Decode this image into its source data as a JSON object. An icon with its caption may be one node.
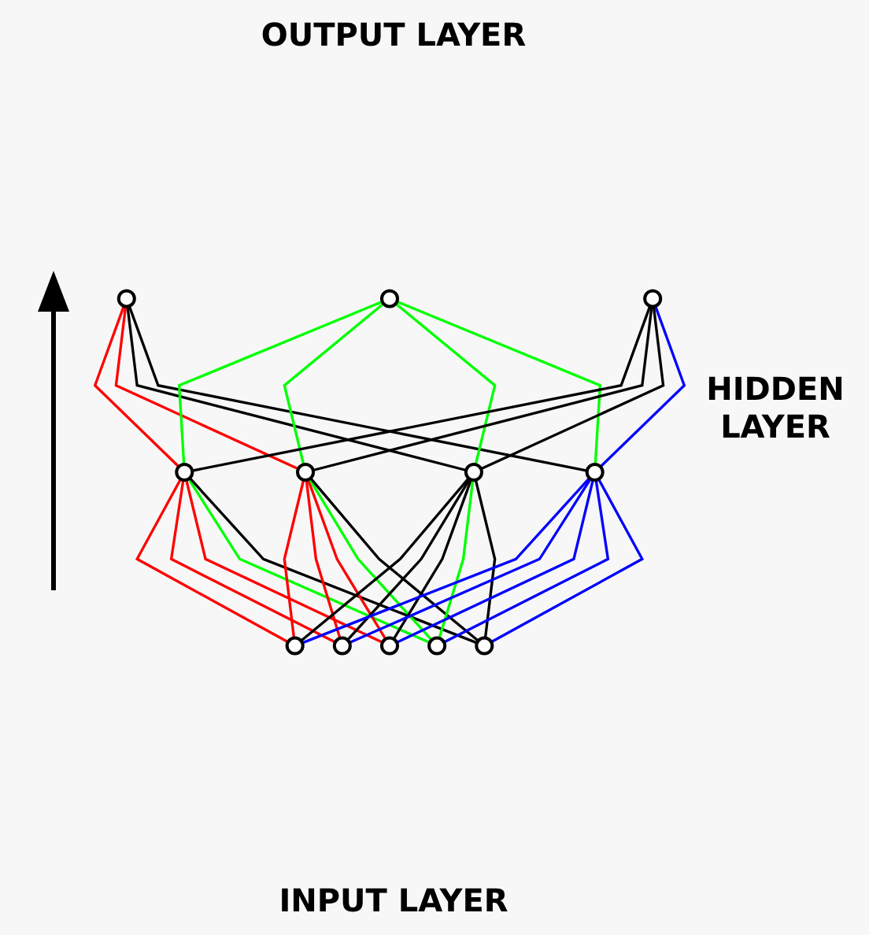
{
  "diagram": {
    "nodes": [
      {
        "text": [],
        "shape": "circle"
      },
      {
        "text": [],
        "shape": "circle"
      },
      {
        "text": [],
        "shape": "circle"
      },
      {
        "text": [],
        "shape": "circle"
      },
      {
        "text": [],
        "shape": "circle"
      },
      {
        "text": [],
        "shape": "circle"
      },
      {
        "text": [],
        "shape": "circle"
      },
      {
        "text": [],
        "shape": "circle"
      },
      {
        "text": [],
        "shape": "circle"
      },
      {
        "text": [],
        "shape": "circle"
      },
      {
        "text": [],
        "shape": "circle"
      },
      {
        "text": [],
        "shape": "circle"
      }
    ],
    "edges": [
      {
        "from": 7,
        "to": 3,
        "arrow": "none",
        "color": "#ff0000"
      },
      {
        "from": 8,
        "to": 3,
        "arrow": "none",
        "color": "#ff0000"
      },
      {
        "from": 9,
        "to": 3,
        "arrow": "none",
        "color": "#ff0000"
      },
      {
        "from": 10,
        "to": 3,
        "arrow": "none",
        "color": "#00ff00"
      },
      {
        "from": 11,
        "to": 3,
        "arrow": "none"
      },
      {
        "from": 7,
        "to": 4,
        "arrow": "none",
        "color": "#ff0000"
      },
      {
        "from": 8,
        "to": 4,
        "arrow": "none",
        "color": "#ff0000"
      },
      {
        "from": 9,
        "to": 4,
        "arrow": "none",
        "color": "#ff0000"
      },
      {
        "from": 10,
        "to": 4,
        "arrow": "none",
        "color": "#00ff00"
      },
      {
        "from": 11,
        "to": 4,
        "arrow": "none"
      },
      {
        "from": 7,
        "to": 5,
        "arrow": "none"
      },
      {
        "from": 8,
        "to": 5,
        "arrow": "none"
      },
      {
        "from": 9,
        "to": 5,
        "arrow": "none"
      },
      {
        "from": 10,
        "to": 5,
        "arrow": "none",
        "color": "#00ff00"
      },
      {
        "from": 11,
        "to": 5,
        "arrow": "none"
      },
      {
        "from": 7,
        "to": 6,
        "arrow": "none",
        "color": "#0000ff"
      },
      {
        "from": 8,
        "to": 6,
        "arrow": "none",
        "color": "#0000ff"
      },
      {
        "from": 9,
        "to": 6,
        "arrow": "none",
        "color": "#0000ff"
      },
      {
        "from": 10,
        "to": 6,
        "arrow": "none",
        "color": "#0000ff"
      },
      {
        "from": 11,
        "to": 6,
        "arrow": "none",
        "color": "#0000ff"
      },
      {
        "from": 3,
        "to": 0,
        "arrow": "none",
        "color": "#ff0000"
      },
      {
        "from": 4,
        "to": 0,
        "arrow": "none",
        "color": "#ff0000"
      },
      {
        "from": 5,
        "to": 0,
        "arrow": "none"
      },
      {
        "from": 6,
        "to": 0,
        "arrow": "none"
      },
      {
        "from": 3,
        "to": 1,
        "arrow": "none",
        "color": "#00ff00"
      },
      {
        "from": 4,
        "to": 1,
        "arrow": "none",
        "color": "#00ff00"
      },
      {
        "from": 5,
        "to": 1,
        "arrow": "none",
        "color": "#00ff00"
      },
      {
        "from": 6,
        "to": 1,
        "arrow": "none",
        "color": "#00ff00"
      },
      {
        "from": 3,
        "to": 2,
        "arrow": "none"
      },
      {
        "from": 4,
        "to": 2,
        "arrow": "none"
      },
      {
        "from": 5,
        "to": 2,
        "arrow": "none"
      },
      {
        "from": 6,
        "to": 2,
        "arrow": "none",
        "color": "#0000ff"
      }
    ],
    "labels": [
      "OUTPUT LAYER",
      "HIDDEN LAYER",
      "INPUT LAYER"
    ]
  }
}
